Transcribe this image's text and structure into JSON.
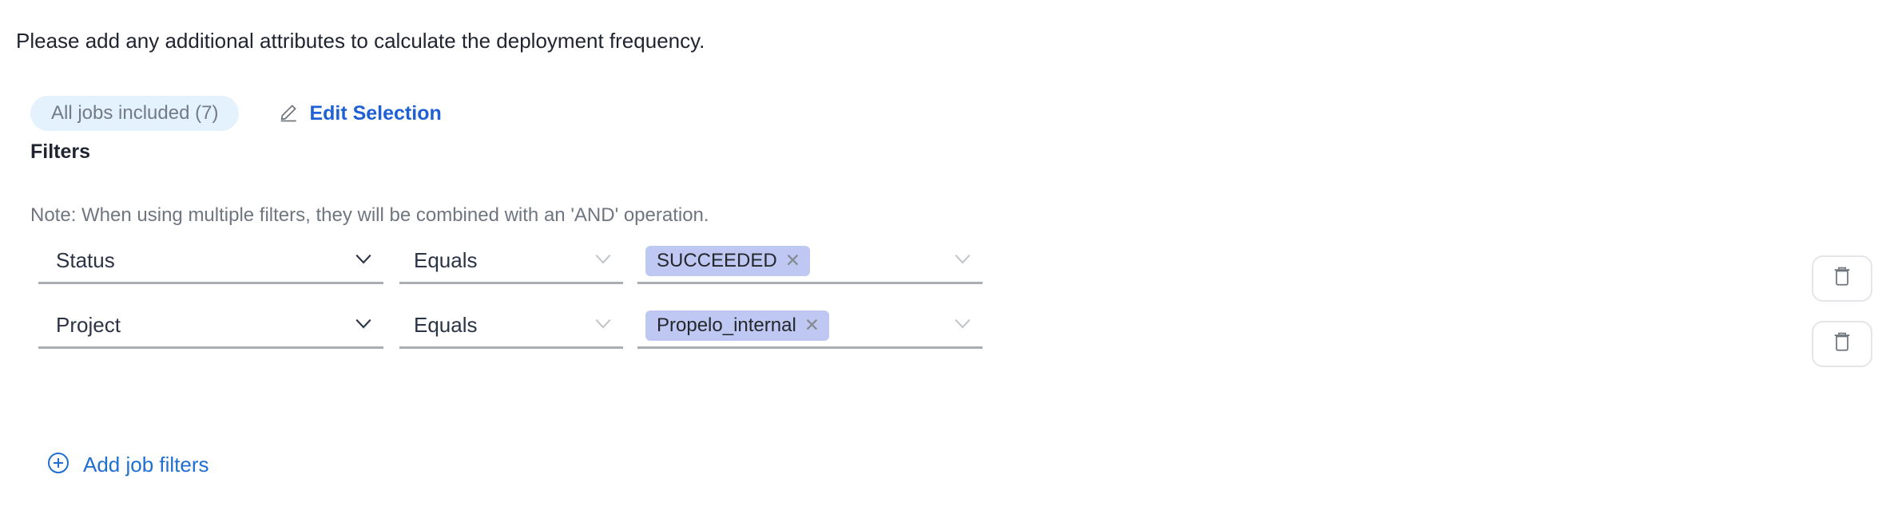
{
  "intro": {
    "text": "Please add any additional attributes to calculate the deployment frequency."
  },
  "selection": {
    "jobs_pill_label": "All jobs included (7)",
    "edit_label": "Edit Selection",
    "edit_icon": "pencil-icon"
  },
  "filters_section": {
    "heading": "Filters",
    "note": "Note: When using multiple filters, they will be combined with an 'AND' operation.",
    "add_label": "Add job filters",
    "add_icon": "plus-circle-icon",
    "delete_icon": "trash-icon",
    "chevron_icon": "chevron-down-icon",
    "chip_remove_icon": "close-icon"
  },
  "colors": {
    "link_blue": "#1f6fd0",
    "edit_blue": "#1f60d6",
    "pill_bg": "#e4f2fd",
    "pill_text": "#737b86",
    "chip_bg": "#bfc8f2",
    "chip_text": "#24272b",
    "field_text": "#2b3445",
    "underline": "#a9adb4",
    "note_text": "#6f7680"
  },
  "rows": [
    {
      "attribute": "Status",
      "operator": "Equals",
      "values": [
        "SUCCEEDED"
      ]
    },
    {
      "attribute": "Project",
      "operator": "Equals",
      "values": [
        "Propelo_internal"
      ]
    }
  ]
}
